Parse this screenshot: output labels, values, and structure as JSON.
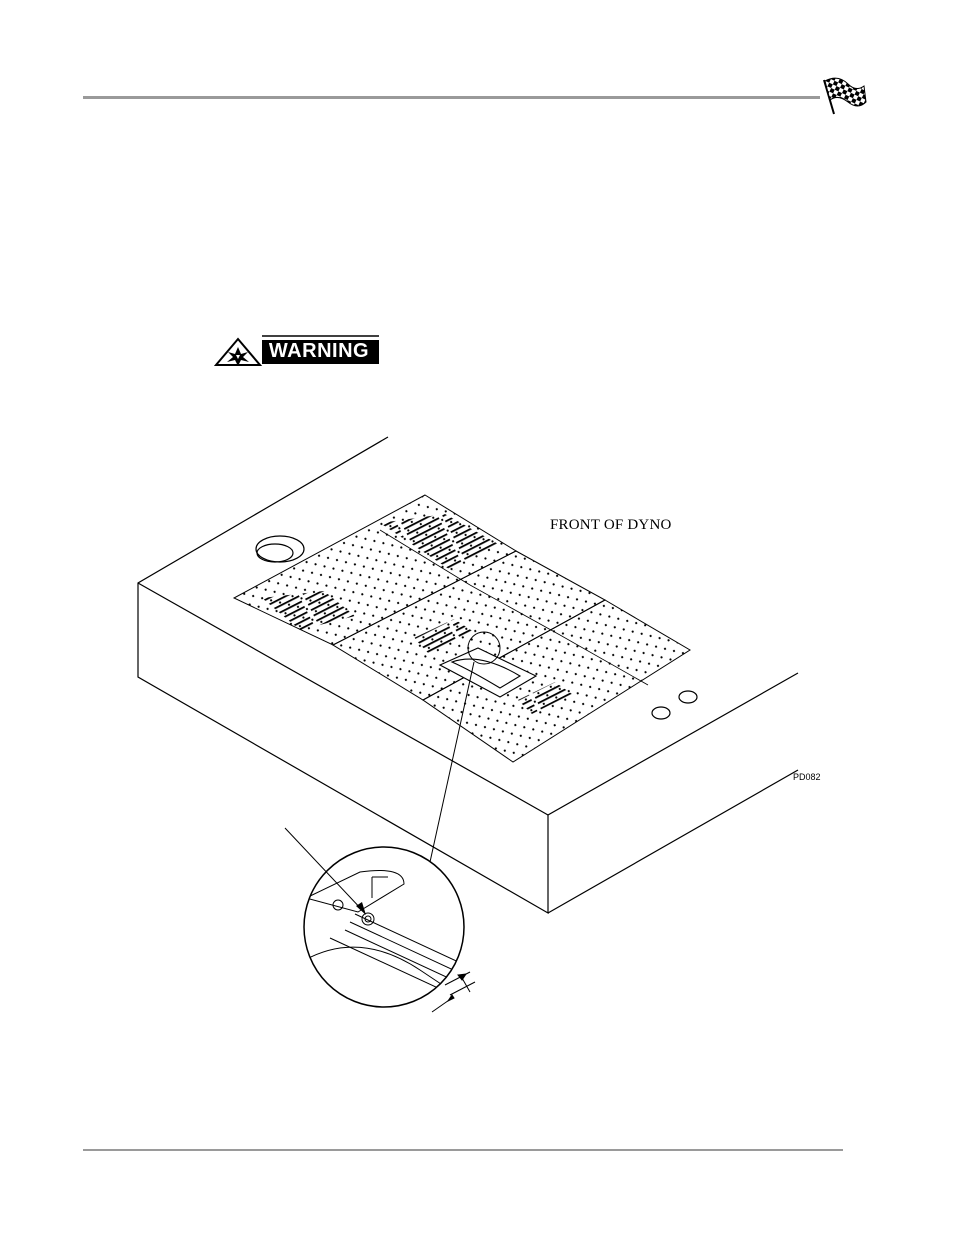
{
  "figure": {
    "front_label": "FRONT OF DYNO",
    "figure_code": "PD082"
  },
  "warning": {
    "label": "WARNING"
  },
  "icons": {
    "header": "checkered-flag-icon",
    "warning": "warning-burst-icon"
  },
  "colors": {
    "rule": "#9a9a9a",
    "ink": "#000000"
  }
}
